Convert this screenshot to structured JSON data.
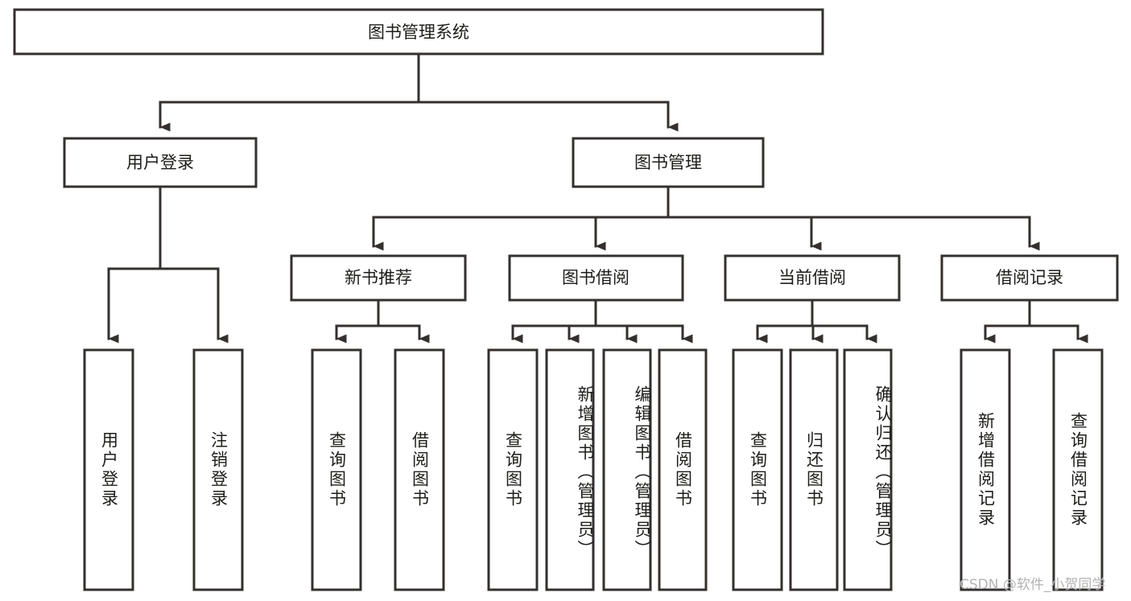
{
  "diagram": {
    "title": "图书管理系统",
    "type": "hierarchy-tree",
    "orientation": "top-down",
    "levels": 3,
    "colors": {
      "box_fill": "#ffffff",
      "box_stroke": "#33302f",
      "text": "#1d1d1b",
      "background": "#ffffff",
      "watermark": "#b3b3b3"
    }
  },
  "root": {
    "label": "图书管理系统"
  },
  "level2": [
    {
      "label": "用户登录"
    },
    {
      "label": "图书管理"
    }
  ],
  "level3": [
    {
      "label": "新书推荐"
    },
    {
      "label": "图书借阅"
    },
    {
      "label": "当前借阅"
    },
    {
      "label": "借阅记录"
    }
  ],
  "leaves": {
    "user_login": [
      {
        "label": "用户登录"
      },
      {
        "label": "注销登录"
      }
    ],
    "new_book": [
      {
        "label": "查询图书"
      },
      {
        "label": "借阅图书"
      }
    ],
    "book_borrow": [
      {
        "label": "查询图书"
      },
      {
        "label": "新增图书（管理员）"
      },
      {
        "label": "编辑图书（管理员）"
      },
      {
        "label": "借阅图书"
      }
    ],
    "current_borrow": [
      {
        "label": "查询图书"
      },
      {
        "label": "归还图书"
      },
      {
        "label": "确认归还（管理员）"
      }
    ],
    "borrow_record": [
      {
        "label": "新增借阅记录"
      },
      {
        "label": "查询借阅记录"
      }
    ]
  },
  "watermark": {
    "text": "CSDN @软件_小贺同学"
  }
}
